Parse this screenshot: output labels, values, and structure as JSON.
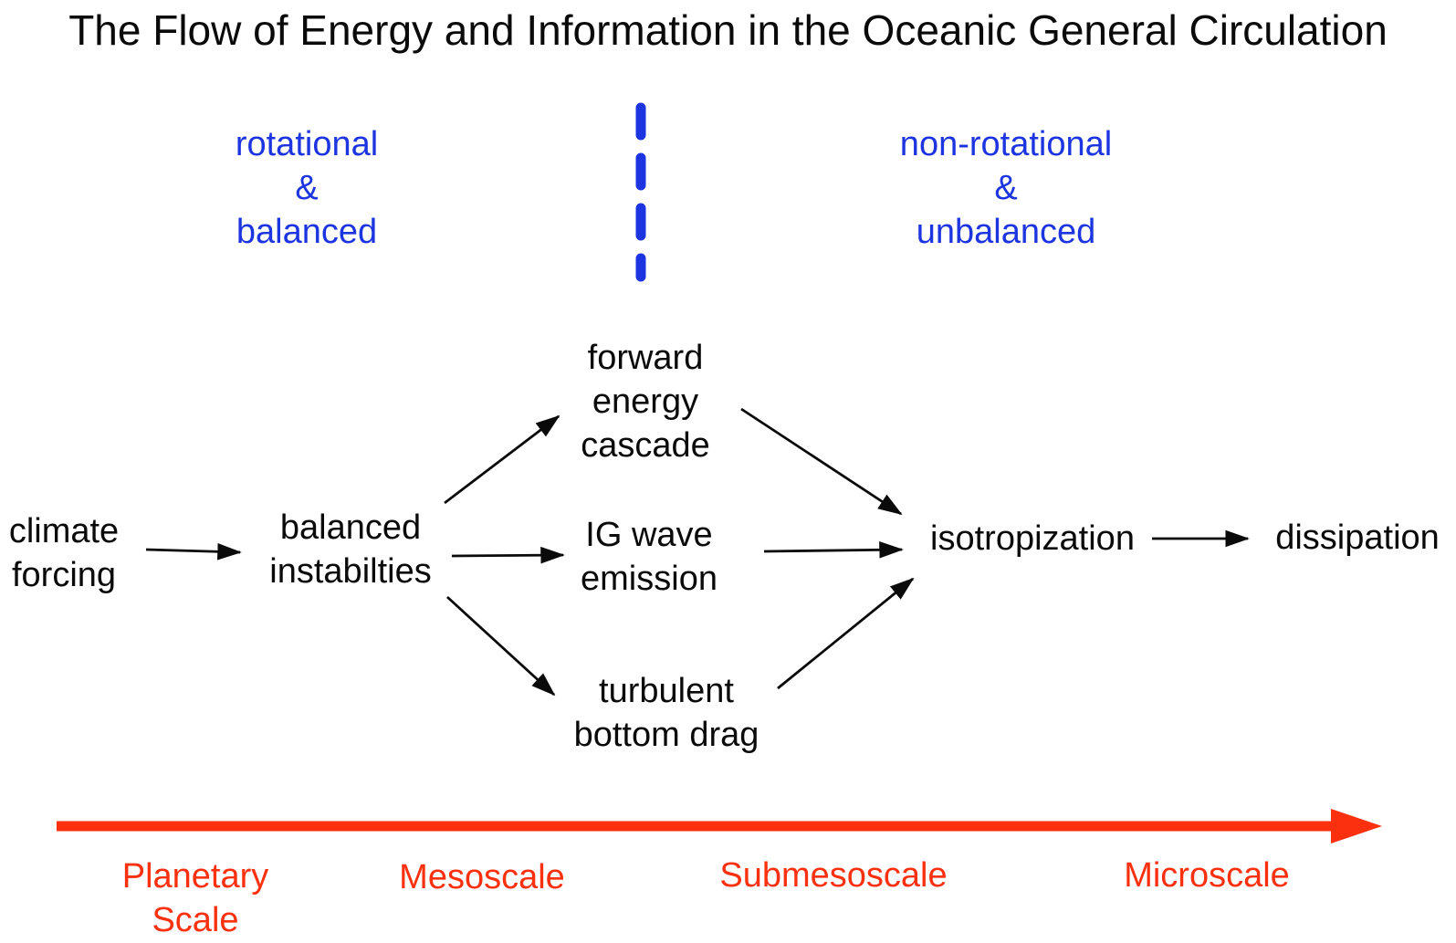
{
  "title": "The Flow of Energy and Information in the Oceanic General Circulation",
  "regimes": {
    "left": {
      "text": "rotational\n&\nbalanced"
    },
    "right": {
      "text": "non-rotational\n&\nunbalanced"
    }
  },
  "nodes": {
    "climate_forcing": "climate\nforcing",
    "balanced_instabilities": "balanced\ninstabilties",
    "forward_energy_cascade": "forward\nenergy\ncascade",
    "ig_wave_emission": "IG wave\nemission",
    "turbulent_bottom_drag": "turbulent\nbottom drag",
    "isotropization": "isotropization",
    "dissipation": "dissipation"
  },
  "edges": [
    {
      "from": "climate forcing",
      "to": "balanced instabilties"
    },
    {
      "from": "balanced instabilties",
      "to": "forward energy cascade"
    },
    {
      "from": "balanced instabilties",
      "to": "IG wave emission"
    },
    {
      "from": "balanced instabilties",
      "to": "turbulent bottom drag"
    },
    {
      "from": "forward energy cascade",
      "to": "isotropization"
    },
    {
      "from": "IG wave emission",
      "to": "isotropization"
    },
    {
      "from": "turbulent bottom drag",
      "to": "isotropization"
    },
    {
      "from": "isotropization",
      "to": "dissipation"
    }
  ],
  "scale_axis": {
    "direction": "left-to-right",
    "labels": [
      "Planetary\nScale",
      "Mesoscale",
      "Submesoscale",
      "Microscale"
    ]
  },
  "colors": {
    "regime_blue": "#1c35e0",
    "scale_red": "#fa300e",
    "text_black": "#0a0a0a",
    "background": "#ffffff"
  }
}
